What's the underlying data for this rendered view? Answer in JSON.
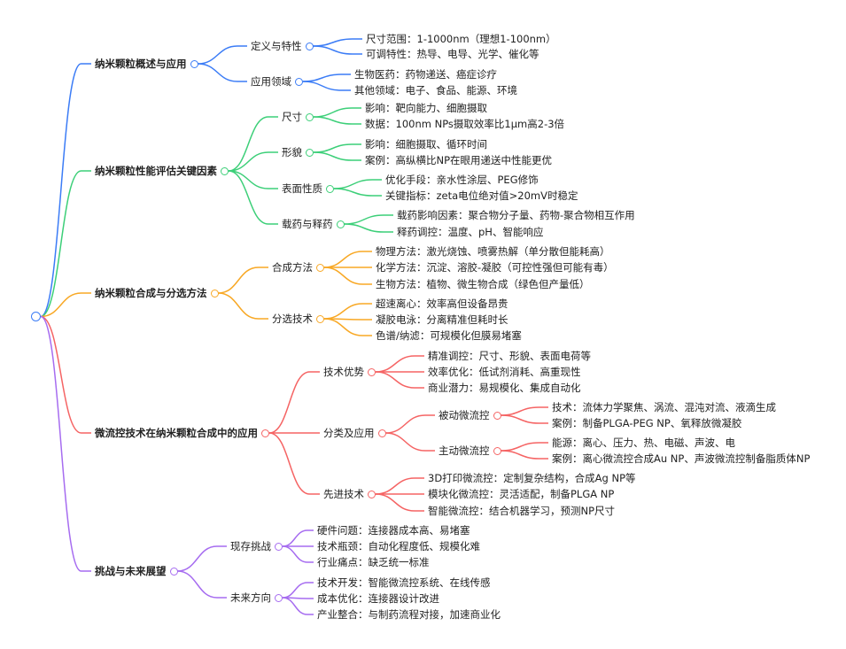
{
  "branches": [
    {
      "label": "纳米颗粒概述与应用",
      "color": "#3b7cf6",
      "children": [
        {
          "label": "定义与特性",
          "children": [
            {
              "label": "尺寸范围：1-1000nm（理想1-100nm）"
            },
            {
              "label": "可调特性：热导、电导、光学、催化等"
            }
          ]
        },
        {
          "label": "应用领域",
          "children": [
            {
              "label": "生物医药：药物递送、癌症诊疗"
            },
            {
              "label": "其他领域：电子、食品、能源、环境"
            }
          ]
        }
      ]
    },
    {
      "label": "纳米颗粒性能评估关键因素",
      "color": "#3ccf78",
      "children": [
        {
          "label": "尺寸",
          "children": [
            {
              "label": "影响：靶向能力、细胞摄取"
            },
            {
              "label": "数据：100nm NPs摄取效率比1μm高2-3倍"
            }
          ]
        },
        {
          "label": "形貌",
          "children": [
            {
              "label": "影响：细胞摄取、循环时间"
            },
            {
              "label": "案例：高纵横比NP在眼用递送中性能更优"
            }
          ]
        },
        {
          "label": "表面性质",
          "children": [
            {
              "label": "优化手段：亲水性涂层、PEG修饰"
            },
            {
              "label": "关键指标：zeta电位绝对值>20mV时稳定"
            }
          ]
        },
        {
          "label": "载药与释药",
          "children": [
            {
              "label": "载药影响因素：聚合物分子量、药物-聚合物相互作用"
            },
            {
              "label": "释药调控：温度、pH、智能响应"
            }
          ]
        }
      ]
    },
    {
      "label": "纳米颗粒合成与分选方法",
      "color": "#f8a825",
      "children": [
        {
          "label": "合成方法",
          "children": [
            {
              "label": "物理方法：激光烧蚀、喷雾热解（单分散但能耗高）"
            },
            {
              "label": "化学方法：沉淀、溶胶-凝胶（可控性强但可能有毒）"
            },
            {
              "label": "生物方法：植物、微生物合成（绿色但产量低）"
            }
          ]
        },
        {
          "label": "分选技术",
          "children": [
            {
              "label": "超速离心：效率高但设备昂贵"
            },
            {
              "label": "凝胶电泳：分离精准但耗时长"
            },
            {
              "label": "色谱/纳滤：可规模化但膜易堵塞"
            }
          ]
        }
      ]
    },
    {
      "label": "微流控技术在纳米颗粒合成中的应用",
      "color": "#f56464",
      "children": [
        {
          "label": "技术优势",
          "children": [
            {
              "label": "精准调控：尺寸、形貌、表面电荷等"
            },
            {
              "label": "效率优化：低试剂消耗、高重现性"
            },
            {
              "label": "商业潜力：易规模化、集成自动化"
            }
          ]
        },
        {
          "label": "分类及应用",
          "children": [
            {
              "label": "被动微流控",
              "children": [
                {
                  "label": "技术：流体力学聚焦、涡流、混沌对流、液滴生成"
                },
                {
                  "label": "案例：制备PLGA-PEG NP、氧释放微凝胶"
                }
              ]
            },
            {
              "label": "主动微流控",
              "children": [
                {
                  "label": "能源：离心、压力、热、电磁、声波、电"
                },
                {
                  "label": "案例：离心微流控合成Au NP、声波微流控制备脂质体NP"
                }
              ]
            }
          ]
        },
        {
          "label": "先进技术",
          "children": [
            {
              "label": "3D打印微流控：定制复杂结构，合成Ag NP等"
            },
            {
              "label": "模块化微流控：灵活适配，制备PLGA NP"
            },
            {
              "label": "智能微流控：结合机器学习，预测NP尺寸"
            }
          ]
        }
      ]
    },
    {
      "label": "挑战与未来展望",
      "color": "#a66cf0",
      "children": [
        {
          "label": "现存挑战",
          "children": [
            {
              "label": "硬件问题：连接器成本高、易堵塞"
            },
            {
              "label": "技术瓶颈：自动化程度低、规模化难"
            },
            {
              "label": "行业痛点：缺乏统一标准"
            }
          ]
        },
        {
          "label": "未来方向",
          "children": [
            {
              "label": "技术开发：智能微流控系统、在线传感"
            },
            {
              "label": "成本优化：连接器设计改进"
            },
            {
              "label": "产业整合：与制药流程对接，加速商业化"
            }
          ]
        }
      ]
    }
  ]
}
